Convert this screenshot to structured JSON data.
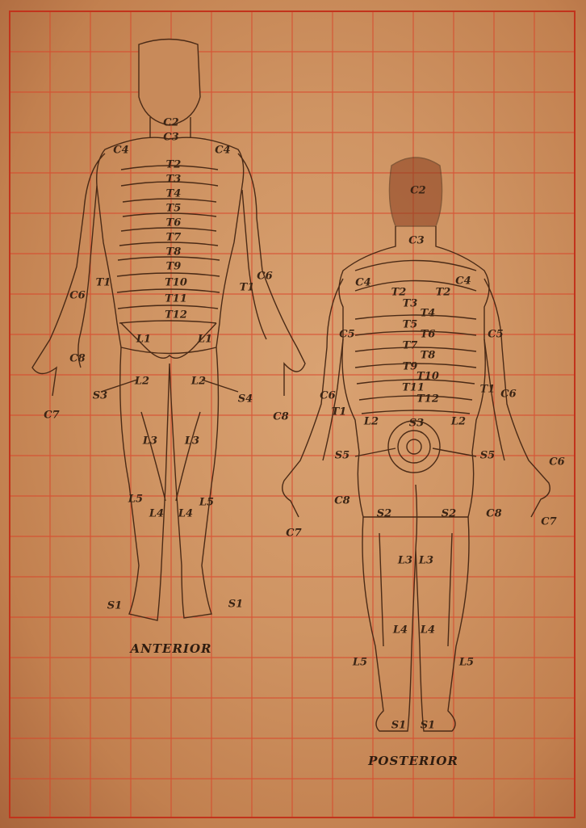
{
  "captions": {
    "anterior": "ANTERIOR",
    "posterior": "POSTERIOR"
  },
  "anterior_labels": {
    "c2": "C2",
    "c3": "C3",
    "c4_left": "C4",
    "c4_right": "C4",
    "t2": "T2",
    "t3": "T3",
    "t4": "T4",
    "t5": "T5",
    "t6": "T6",
    "t7": "T7",
    "t8": "T8",
    "t9": "T9",
    "t10": "T10",
    "t11": "T11",
    "t12": "T12",
    "t1_left": "T1",
    "t1_right": "T1",
    "c6_left": "C6",
    "c6_right": "C6",
    "c8_left": "C8",
    "c8_right": "C8",
    "c7": "C7",
    "l1_left": "L1",
    "l1_right": "L1",
    "l2_left": "L2",
    "l2_right": "L2",
    "s3": "S3",
    "s4": "S4",
    "l3_left": "L3",
    "l3_right": "L3",
    "l5_left": "L5",
    "l5_right": "L5",
    "l4_left": "L4",
    "l4_right": "L4",
    "s1_left": "S1",
    "s1_right": "S1"
  },
  "posterior_labels": {
    "c2": "C2",
    "c3": "C3",
    "c4_left": "C4",
    "c4_right": "C4",
    "t2_left": "T2",
    "t2_right": "T2",
    "t3": "T3",
    "t4": "T4",
    "t5": "T5",
    "t6": "T6",
    "t7": "T7",
    "t8": "T8",
    "t9": "T9",
    "t10": "T10",
    "t11": "T11",
    "t12": "T12",
    "c5_left": "C5",
    "c5_right": "C5",
    "c6_left": "C6",
    "c6_right": "C6",
    "c6_far": "C6",
    "t1_left": "T1",
    "t1_right": "T1",
    "l2_left": "L2",
    "l2_right": "L2",
    "s3": "S3",
    "s5_left": "S5",
    "s5_right": "S5",
    "c8_left": "C8",
    "c8_right": "C8",
    "c7_left": "C7",
    "c7_right": "C7",
    "s2_left": "S2",
    "s2_right": "S2",
    "l3_left": "L3",
    "l3_right": "L3",
    "l4_left": "L4",
    "l4_right": "L4",
    "l5_left": "L5",
    "l5_right": "L5",
    "s1_left": "S1",
    "s1_right": "S1"
  },
  "colors": {
    "paper": "#cf9463",
    "grid": "#d9442a",
    "ink": "#4a2a16",
    "shade": "#8a3d1f"
  }
}
